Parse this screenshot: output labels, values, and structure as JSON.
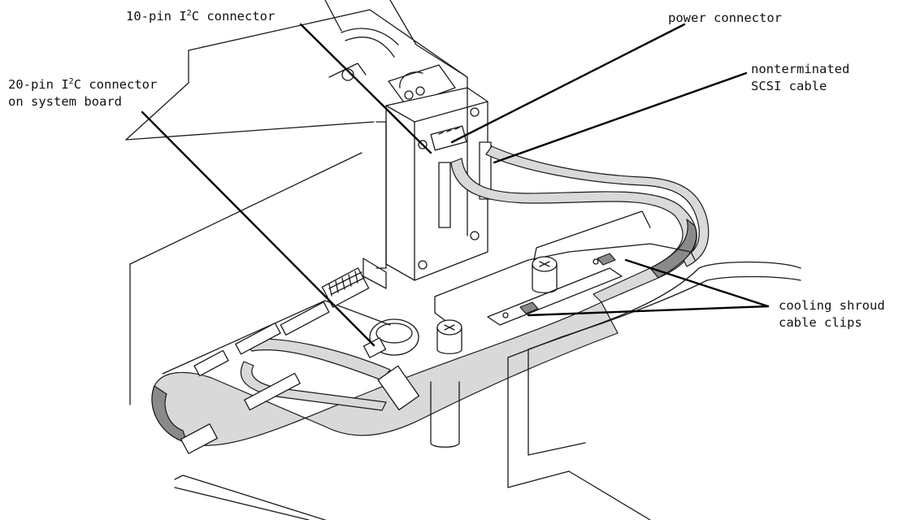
{
  "figure": {
    "labels": {
      "ten_pin_prefix": "10-pin I",
      "ten_pin_sup": "2",
      "ten_pin_suffix": "C connector",
      "power": "power connector",
      "nonterminated_line1": "nonterminated",
      "nonterminated_line2": "SCSI cable",
      "twenty_pin_prefix": "20-pin I",
      "twenty_pin_sup": "2",
      "twenty_pin_suffix": "C connector",
      "twenty_pin_line2": "on system board",
      "cooling_line1": "cooling shroud",
      "cooling_line2": "cable clips"
    },
    "colors": {
      "line_art": "#1a1a1a",
      "cable_fill": "#d9d9d9",
      "cable_shadow": "#8a8a8a",
      "text": "#111111"
    }
  }
}
